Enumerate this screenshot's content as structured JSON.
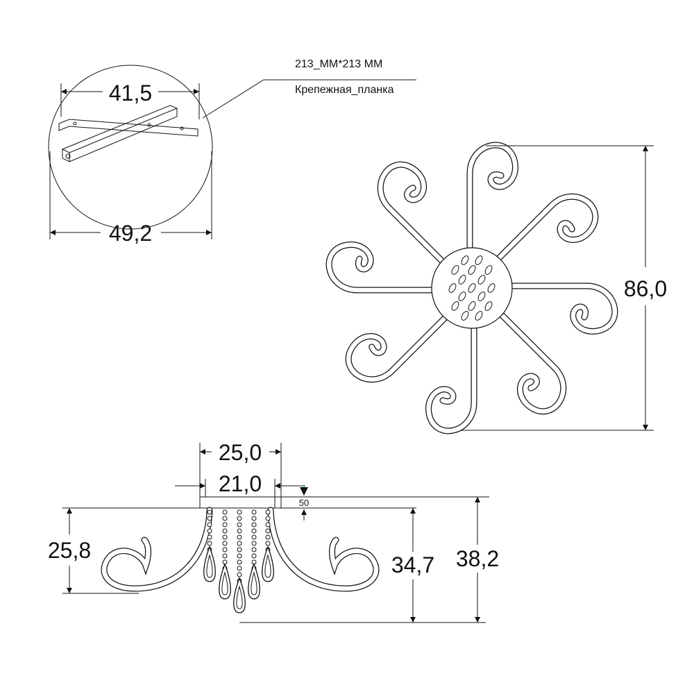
{
  "detail": {
    "width_inner": "41,5",
    "width_outer": "49,2",
    "size_note": "213_ММ*213 ММ",
    "part_name": "Крепежная_планка"
  },
  "top_view": {
    "diameter": "86,0"
  },
  "side_view": {
    "top_width": "25,0",
    "plate_width": "21,0",
    "plate_thickness": "50",
    "arm_height": "25,8",
    "body_height": "34,7",
    "total_height": "38,2"
  },
  "colors": {
    "line": "#111111",
    "marker": "#00c8c8"
  }
}
